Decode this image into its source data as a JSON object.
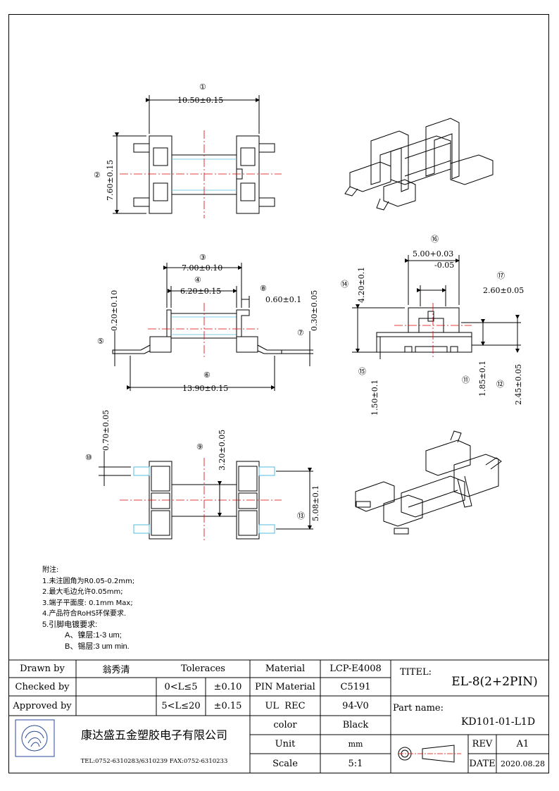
{
  "dimensions": {
    "d1": {
      "num": "①",
      "text": "10.50±0.15"
    },
    "d2": {
      "num": "②",
      "text": "7.60±0.15"
    },
    "d3": {
      "num": "③",
      "text": "7.00±0.10"
    },
    "d4": {
      "num": "④",
      "text": "6.20±0.15"
    },
    "d5": {
      "num": "⑤",
      "text": "0.20±0.10"
    },
    "d6": {
      "num": "⑥",
      "text": "13.90±0.15"
    },
    "d7": {
      "num": "⑦",
      "text": "0.30±0.05"
    },
    "d8": {
      "num": "⑧",
      "text": "0.60±0.1"
    },
    "d9": {
      "num": "⑨",
      "text": "3.20±0.05"
    },
    "d10": {
      "num": "⑩",
      "text": "0.70±0.05"
    },
    "d11": {
      "num": "⑪",
      "text": "1.85±0.1"
    },
    "d12": {
      "num": "⑫",
      "text": "2.45±0.05"
    },
    "d13": {
      "num": "⑬",
      "text": "5.08±0.1"
    },
    "d14": {
      "num": "⑭",
      "text": "4.20±0.1"
    },
    "d15": {
      "num": "⑮",
      "text": "1.50±0.1"
    },
    "d16": {
      "num": "⑯",
      "text": "5.00+0.03",
      "text2": "-0.05"
    },
    "d17": {
      "num": "⑰",
      "text": "2.60±0.05"
    }
  },
  "notes": {
    "heading": "附注:",
    "items": [
      "1.未注圆角为R0.05-0.2mm;",
      "2.最大毛边允许0.05mm;",
      "3.端子平面度: 0.1mm Max;",
      "4.产品符合RoHS环保要求.",
      "5.引脚电镀要求:"
    ],
    "sub": [
      "A、镍层:1-3 um;",
      "B、锡层:3 um min."
    ]
  },
  "titleblock": {
    "drawn_by_label": "Drawn by",
    "drawn_by": "翁秀清",
    "checked_by_label": "Checked by",
    "approved_by_label": "Approved by",
    "tolerances_label": "Toleraces",
    "tol1_range": "0<L≤5",
    "tol1_value": "±0.10",
    "tol2_range": "5<L≤20",
    "tol2_value": "±0.15",
    "material_label": "Material",
    "material": "LCP-E4008",
    "pin_material_label": "PIN Material",
    "pin_material": "C5191",
    "ul_label": "UL  REC",
    "ul": "94-V0",
    "color_label": "color",
    "color": "Black",
    "unit_label": "Unit",
    "unit": "mm",
    "scale_label": "Scale",
    "scale": "5:1",
    "titel_label": "TITEL:",
    "titel": "EL-8(2+2PIN)",
    "part_name_label": "Part name:",
    "part_name": "KD101-01-L1D",
    "rev_label": "REV",
    "rev": "A1",
    "date_label": "DATE",
    "date": "2020.08.28",
    "company": "康达盛五金塑胶电子有限公司",
    "contact": "TEL:0752-6310283/6310239  FAX:0752-6310233"
  }
}
